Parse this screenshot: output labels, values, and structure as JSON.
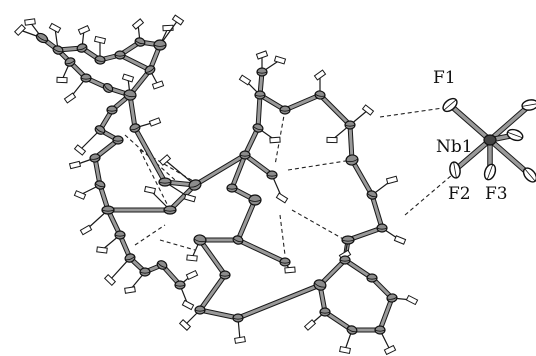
{
  "labels": {
    "f1": "F1",
    "nb1": "Nb1",
    "f2": "F2",
    "f3": "F3"
  },
  "colors": {
    "background": "#ffffff",
    "bond_fill": "#9a9a9a",
    "bond_outline": "#1a1a1a",
    "atom_fill": "#8c8c8c",
    "atom_outline": "#111111",
    "hydrogen_fill": "#ffffff",
    "hbond_dash": "#222222",
    "label_text": "#111111"
  }
}
